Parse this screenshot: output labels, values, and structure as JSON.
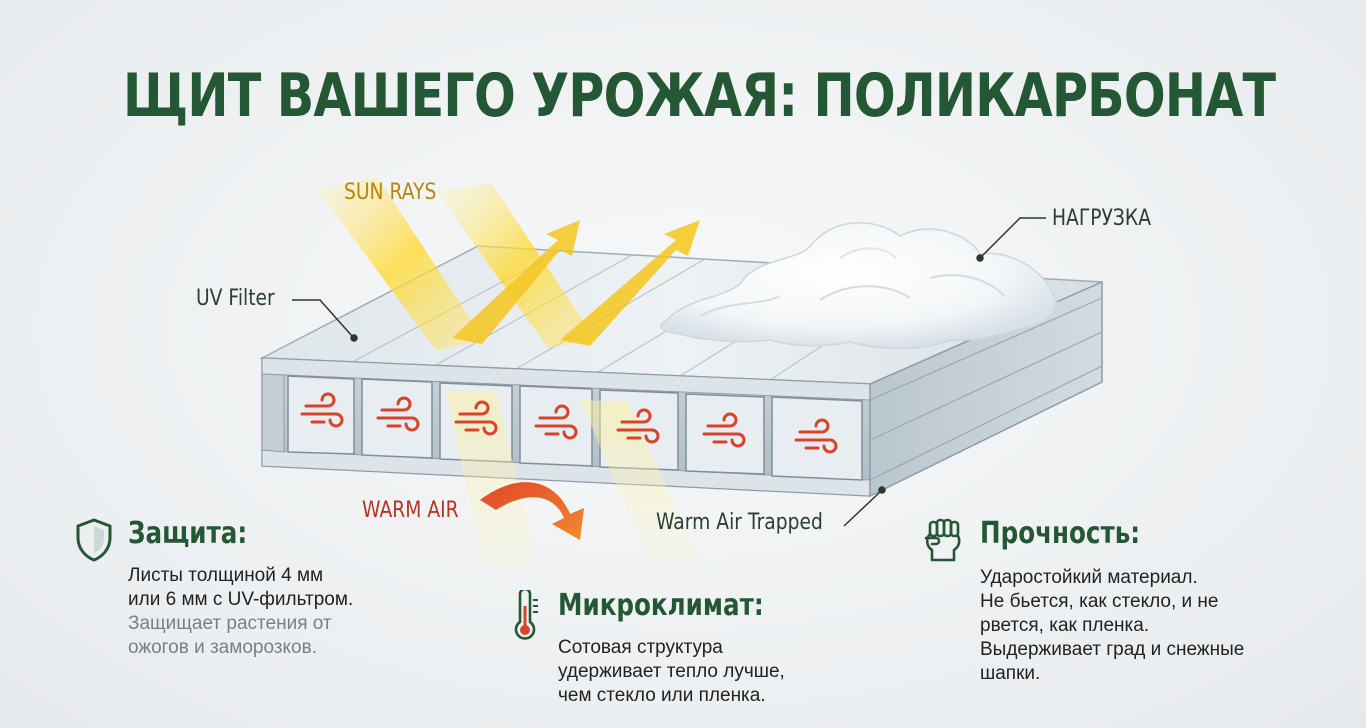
{
  "title": "ЩИТ ВАШЕГО УРОЖАЯ: ПОЛИКАРБОНАТ",
  "labels": {
    "sun_rays": "SUN RAYS",
    "uv_filter": "UV Filter",
    "load": "НАГРУЗКА",
    "warm_air": "WARM AIR",
    "warm_air_trapped": "Warm Air Trapped"
  },
  "blocks": {
    "protection": {
      "icon": "shield-icon",
      "heading": "Защита:",
      "lines": [
        "Листы толщиной 4 мм",
        "или 6 мм с UV-фильтром."
      ],
      "muted_lines": [
        "Защищает растения от",
        "ожогов и заморозков."
      ]
    },
    "microclimate": {
      "icon": "thermometer-icon",
      "heading": "Микроклимат:",
      "lines": [
        "Сотовая структура",
        "удерживает тепло лучше,",
        "чем стекло или пленка."
      ]
    },
    "strength": {
      "icon": "fist-icon",
      "heading": "Прочность:",
      "lines": [
        "Ударостойкий материал.",
        "Не бьется, как стекло, и не",
        "рвется, как пленка.",
        "Выдерживает град и снежные",
        "шапки."
      ]
    }
  },
  "colors": {
    "brand_green": "#245733",
    "sun_yellow": "#f5c518",
    "warm_red": "#d9432a",
    "panel_blue": "#c9d4dc"
  }
}
